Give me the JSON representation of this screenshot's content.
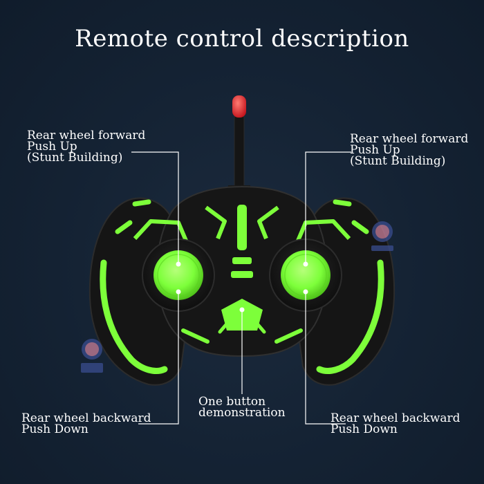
{
  "title": "Remote control description",
  "labels": {
    "top_left": {
      "line1": "Rear wheel forward",
      "line2": "Push Up",
      "line3": "(Stunt Building)"
    },
    "top_right": {
      "line1": "Rear wheel forward",
      "line2": "Push Up",
      "line3": "(Stunt Building)"
    },
    "bottom_left": {
      "line1": "Rear wheel backward",
      "line2": "Push Down"
    },
    "bottom_right": {
      "line1": "Rear wheel backward",
      "line2": "Push Down"
    },
    "center": {
      "line1": "One button",
      "line2": "demonstration"
    }
  },
  "colors": {
    "accent_green": "#7dff3a",
    "body_black": "#151515",
    "background": "#142233",
    "antenna_tip": "#e5202a"
  }
}
